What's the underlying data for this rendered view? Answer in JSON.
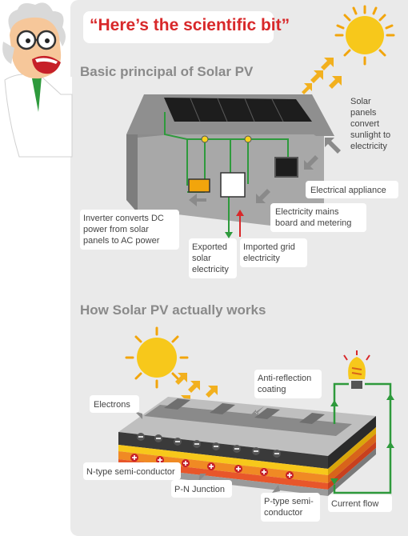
{
  "speech": "“Here’s the scientific bit”",
  "section1": {
    "title": "Basic principal of Solar PV",
    "labels": {
      "solar_panels": [
        "Solar",
        "panels",
        "convert",
        "sunlight to",
        "electricity"
      ],
      "appliance": "Electrical appliance",
      "mains": [
        "Electricity mains",
        "board and metering"
      ],
      "inverter": [
        "Inverter converts DC",
        "power from solar",
        "panels to AC power"
      ],
      "exported": [
        "Exported",
        "solar",
        "electricity"
      ],
      "imported": [
        "Imported grid",
        "electricity"
      ]
    }
  },
  "section2": {
    "title": "How Solar PV actually works",
    "labels": {
      "anti_reflection": [
        "Anti-reflection",
        "coating"
      ],
      "electrons": "Electrons",
      "n_type": "N-type semi-conductor",
      "pn_junction": "P-N Junction",
      "p_type": [
        "P-type semi-",
        "conductor"
      ],
      "current_flow": "Current flow"
    }
  },
  "colors": {
    "sun": "#f7c81b",
    "sun_rays": "#f2a50c",
    "arrow": "#f2b01e",
    "wire": "#2e9a3c",
    "import_arrow": "#d8282a",
    "panel": "#1d1d1d",
    "house": "#9a9a9a",
    "accent_red": "#d8282a"
  }
}
